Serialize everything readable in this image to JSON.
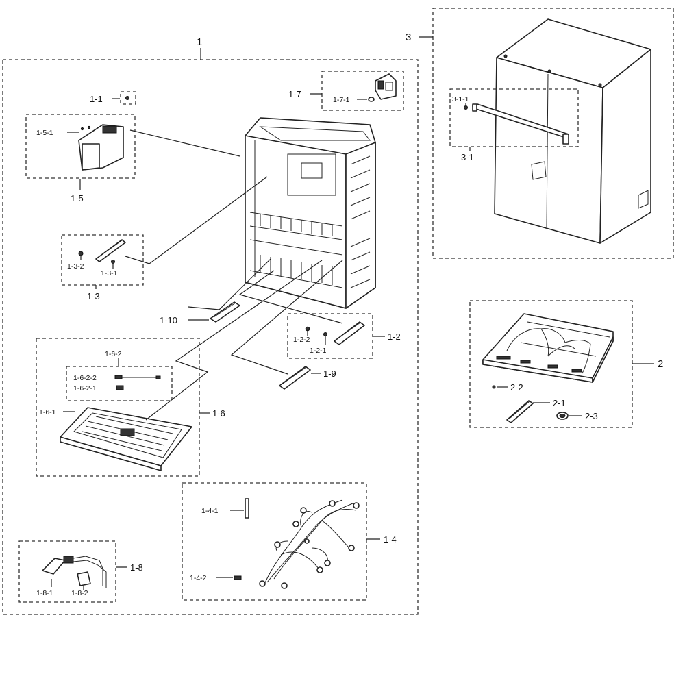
{
  "labels": {
    "l_1": "1",
    "l_2": "2",
    "l_3": "3",
    "l_1_1": "1-1",
    "l_1_2": "1-2",
    "l_1_2_1": "1-2-1",
    "l_1_2_2": "1-2-2",
    "l_1_3": "1-3",
    "l_1_3_1": "1-3-1",
    "l_1_3_2": "1-3-2",
    "l_1_4": "1-4",
    "l_1_4_1": "1-4-1",
    "l_1_4_2": "1-4-2",
    "l_1_5": "1-5",
    "l_1_5_1": "1-5-1",
    "l_1_6": "1-6",
    "l_1_6_1": "1-6-1",
    "l_1_6_2": "1-6-2",
    "l_1_6_2_1": "1-6-2-1",
    "l_1_6_2_2": "1-6-2-2",
    "l_1_7": "1-7",
    "l_1_7_1": "1-7-1",
    "l_1_8": "1-8",
    "l_1_8_1": "1-8-1",
    "l_1_8_2": "1-8-2",
    "l_1_9": "1-9",
    "l_1_10": "1-10",
    "l_2_1": "2-1",
    "l_2_2": "2-2",
    "l_2_3": "2-3",
    "l_3_1": "3-1",
    "l_3_1_1": "3-1-1"
  }
}
